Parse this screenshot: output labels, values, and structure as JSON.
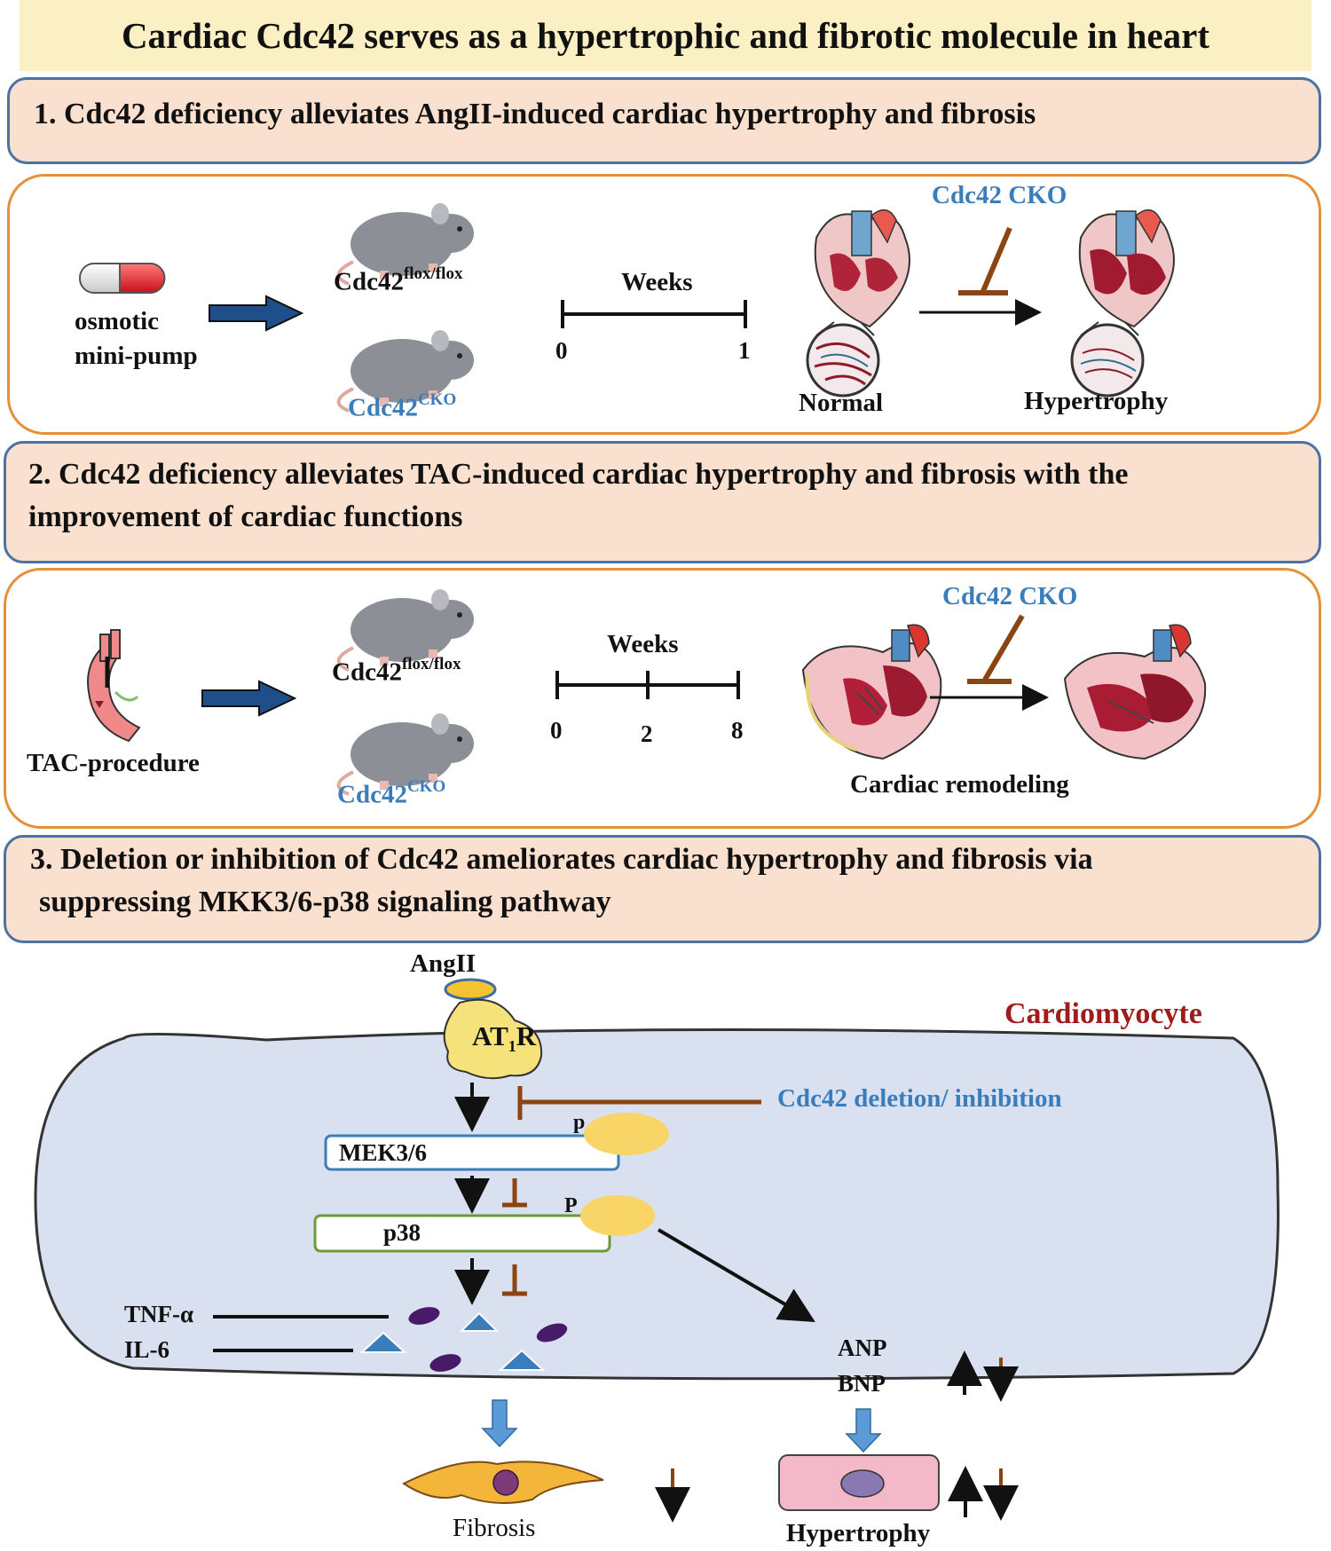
{
  "title": "Cardiac Cdc42 serves as a hypertrophic and fibrotic molecule in heart",
  "sections": [
    {
      "heading": "1. Cdc42 deficiency alleviates AngII-induced cardiac hypertrophy and fibrosis"
    },
    {
      "heading_line1": "2. Cdc42 deficiency alleviates TAC-induced cardiac hypertrophy and fibrosis with the",
      "heading_line2": "improvement of cardiac functions"
    },
    {
      "heading_line1": "3. Deletion or inhibition of Cdc42 ameliorates cardiac hypertrophy and fibrosis via",
      "heading_line2": "suppressing MKK3/6-p38 signaling pathway"
    }
  ],
  "panel1": {
    "pump_line1": "osmotic",
    "pump_line2": "mini-pump",
    "mouse_flox": "Cdc42",
    "mouse_flox_sup": "flox/flox",
    "mouse_cko": "Cdc42",
    "mouse_cko_sup": "CKO",
    "timeline_label": "Weeks",
    "timeline_ticks": [
      "0",
      "1"
    ],
    "inhibitor": "Cdc42 CKO",
    "heart_left": "Normal",
    "heart_right": "Hypertrophy"
  },
  "panel2": {
    "procedure": "TAC-procedure",
    "mouse_flox": "Cdc42",
    "mouse_flox_sup": "flox/flox",
    "mouse_cko": "Cdc42",
    "mouse_cko_sup": "CKO",
    "timeline_label": "Weeks",
    "timeline_ticks": [
      "0",
      "2",
      "8"
    ],
    "inhibitor": "Cdc42 CKO",
    "outcome": "Cardiac remodeling"
  },
  "pathway": {
    "ligand": "AngII",
    "receptor": "AT",
    "receptor_sub": "1",
    "receptor_suffix": "R",
    "cell": "Cardiomyocyte",
    "inhibitor": "Cdc42 deletion/ inhibition",
    "mek": "MEK3/6",
    "mek_p": "p",
    "p38": "p38",
    "p38_p": "P",
    "cytokine1": "TNF-α",
    "cytokine2": "IL-6",
    "markers1": "ANP",
    "markers2": "BNP",
    "fibrosis": "Fibrosis",
    "hypertrophy": "Hypertrophy"
  },
  "colors": {
    "title_bg": "#fbf0c3",
    "section_bg": "#fae0cf",
    "section_border": "#4a73a3",
    "panel_border": "#e69038",
    "cell_fill": "#d9e1f1",
    "inhibit_brown": "#8b4513",
    "blue_text": "#3a7dbb",
    "cell_label_red": "#a01b1b"
  }
}
